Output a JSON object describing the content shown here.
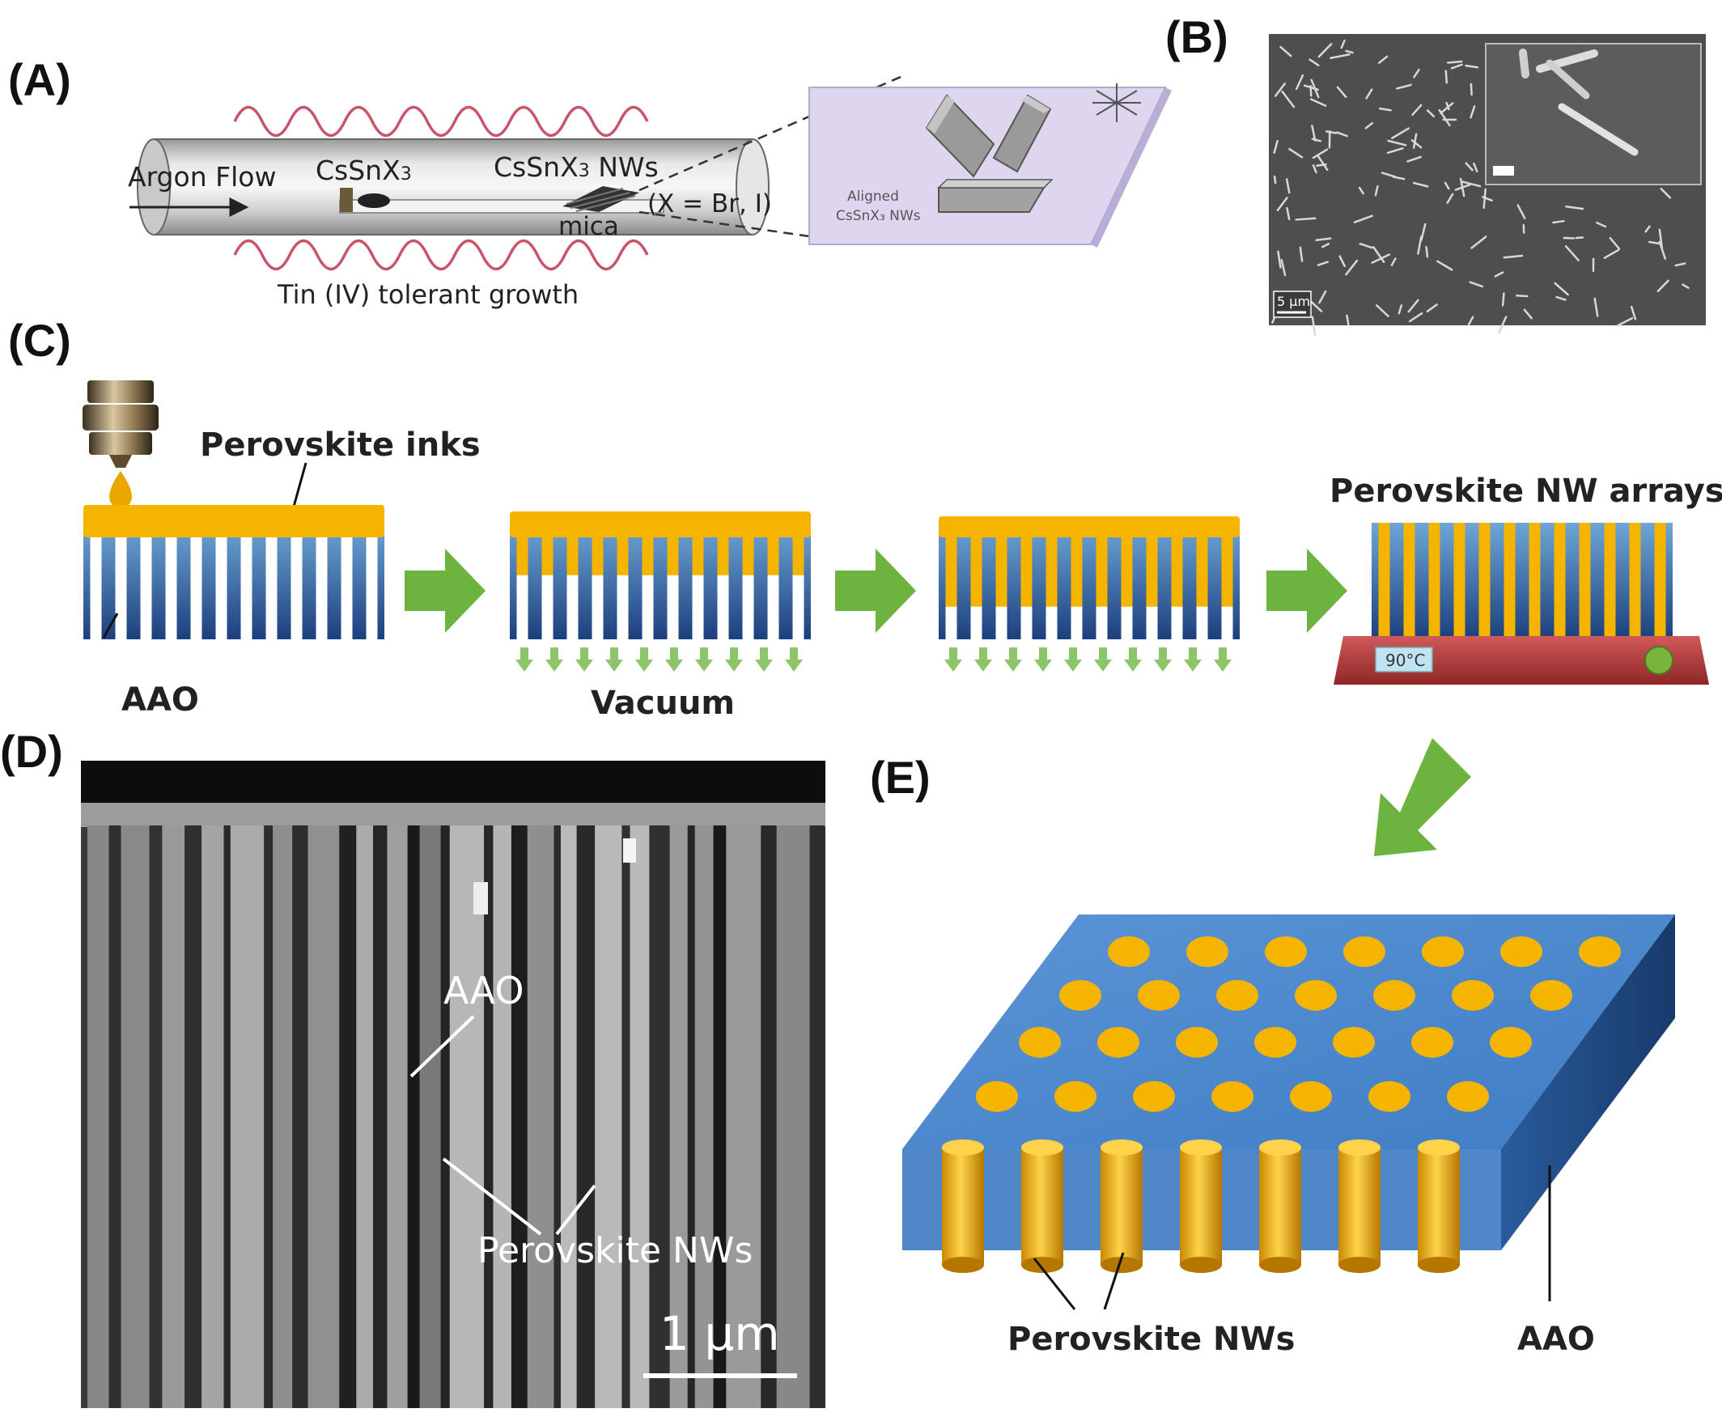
{
  "panels": {
    "a": {
      "label": "(A)",
      "argon_flow": "Argon Flow",
      "source": "CsSnX",
      "source_sub": "3",
      "nws": "CsSnX",
      "nws_sub": "3",
      "nws_suffix": " NWs",
      "halide": "(X = Br, I)",
      "substrate": "mica",
      "growth": "Tin (IV) tolerant growth",
      "aligned_line1": "Aligned",
      "aligned_line2": "CsSnX₃ NWs"
    },
    "b": {
      "label": "(B)",
      "scale": "5 μm"
    },
    "c": {
      "label": "(C)",
      "inks": "Perovskite inks",
      "aao": "AAO",
      "vacuum": "Vacuum",
      "arrays": "Perovskite NW arrays",
      "temp": "90°C"
    },
    "d": {
      "label": "(D)",
      "aao": "AAO",
      "nws": "Perovskite NWs",
      "scale": "1 μm"
    },
    "e": {
      "label": "(E)",
      "nws": "Perovskite NWs",
      "aao": "AAO"
    }
  },
  "colors": {
    "perovskite": "#f5b400",
    "aao_blue": "#2e6ab1",
    "arrow_green": "#6cb33f",
    "heater_red": "#b73a3a",
    "wave_red": "#c9546a"
  }
}
